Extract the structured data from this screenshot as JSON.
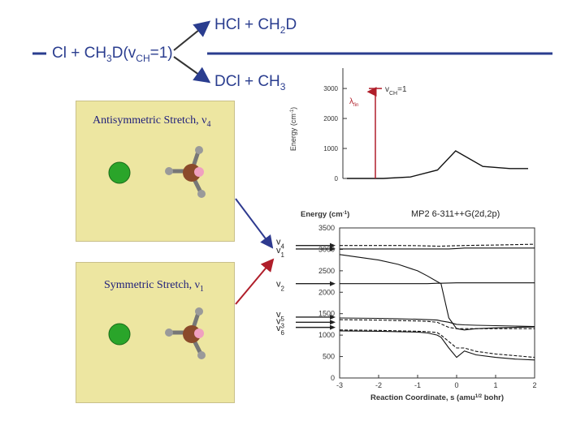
{
  "reaction": {
    "reactant": {
      "prefix": "Cl + CH",
      "sub1": "3",
      "mid": "D(v",
      "sub2": "CH",
      "suffix": "=1)"
    },
    "product_h": {
      "prefix": "HCl + CH",
      "sub": "2",
      "suffix": "D"
    },
    "product_d": {
      "prefix": "DCl + CH",
      "sub": "3",
      "suffix": ""
    }
  },
  "panels": {
    "antisymmetric": {
      "label": "Antisymmetric Stretch, ν",
      "sub": "4"
    },
    "symmetric": {
      "label": "Symmetric Stretch, ν",
      "sub": "1"
    }
  },
  "method_label": "MP2 6-311++G(2d,2p)",
  "colors": {
    "line_blue": "#2a3d8f",
    "panel": "#ede6a1",
    "chlorine": "#2aa52a",
    "carbon": "#8b4a2b",
    "hydrogen": "#9a9a9a",
    "deuterium": "#f0a0c0",
    "arrow_red": "#b01e2a",
    "arrow_blue": "#2e3a8f"
  },
  "chart_data": [
    {
      "type": "line",
      "title": "",
      "xlabel": "",
      "ylabel": "Energy (cm",
      "ylabel_sup": "-1",
      "ylabel_suffix": ")",
      "ylim": [
        0,
        3300
      ],
      "yticks": [
        "0",
        "1000",
        "2000",
        "3000"
      ],
      "x": [
        -1.0,
        -0.6,
        -0.3,
        0.0,
        0.2,
        0.5,
        0.8,
        1.0
      ],
      "series": [
        {
          "values": [
            0,
            0,
            50,
            280,
            920,
            400,
            330,
            330
          ]
        }
      ],
      "annotations": {
        "level": {
          "prefix": "v",
          "sub": "CH",
          "suffix": "=1",
          "y": 3000
        },
        "lambda": {
          "prefix": "λ",
          "sub": "fin"
        }
      }
    },
    {
      "type": "line",
      "title": "",
      "xlabel": "Reaction Coordinate, s (amu",
      "xlabel_sup": "1/2",
      "xlabel_suffix": " bohr)",
      "ylabel": "Energy (cm",
      "ylabel_sup": "-1",
      "ylabel_suffix": ")",
      "xlim": [
        -3,
        2
      ],
      "ylim": [
        0,
        3500
      ],
      "xticks": [
        "-3",
        "-2",
        "-1",
        "0",
        "1",
        "2"
      ],
      "yticks": [
        "0",
        "500",
        "1000",
        "1500",
        "2000",
        "2500",
        "3000",
        "3500"
      ],
      "x": [
        -3,
        -2,
        -1.5,
        -1,
        -0.75,
        -0.5,
        -0.4,
        -0.2,
        0,
        0.2,
        0.5,
        1,
        1.5,
        2
      ],
      "series": [
        {
          "values": [
            3090,
            3090,
            3090,
            3085,
            3080,
            3075,
            3075,
            3080,
            3085,
            3090,
            3095,
            3100,
            3110,
            3120
          ],
          "dashed": true
        },
        {
          "values": [
            3010,
            3010,
            3010,
            3010,
            3010,
            3010,
            3010,
            3010,
            3020,
            3030,
            3030,
            3030,
            3030,
            3030
          ]
        },
        {
          "values": [
            2880,
            2750,
            2650,
            2500,
            2380,
            2250,
            2200,
            1400,
            1150,
            1120,
            1150,
            1170,
            1180,
            1190
          ]
        },
        {
          "values": [
            2200,
            2200,
            2200,
            2200,
            2200,
            2210,
            2210,
            2215,
            2220,
            2220,
            2220,
            2220,
            2220,
            2220
          ]
        },
        {
          "values": [
            1400,
            1390,
            1380,
            1370,
            1360,
            1350,
            1330,
            1300,
            1250,
            1240,
            1230,
            1220,
            1210,
            1200
          ]
        },
        {
          "values": [
            1360,
            1350,
            1340,
            1330,
            1320,
            1300,
            1260,
            1180,
            1150,
            1150,
            1150,
            1150,
            1150,
            1150
          ],
          "dashed": true
        },
        {
          "values": [
            1120,
            1110,
            1100,
            1090,
            1080,
            1060,
            1000,
            850,
            700,
            700,
            620,
            560,
            520,
            480
          ],
          "dashed": true
        },
        {
          "values": [
            1100,
            1090,
            1080,
            1070,
            1050,
            1000,
            950,
            700,
            480,
            630,
            540,
            480,
            440,
            420
          ]
        }
      ],
      "level_labels": [
        {
          "text": "v",
          "sub": "4"
        },
        {
          "text": "v",
          "sub": "1"
        },
        {
          "text": "v",
          "sub": "2"
        },
        {
          "text": "v",
          "sub": "5"
        },
        {
          "text": "v",
          "sub": "3"
        },
        {
          "text": "v",
          "sub": "6"
        }
      ]
    }
  ]
}
